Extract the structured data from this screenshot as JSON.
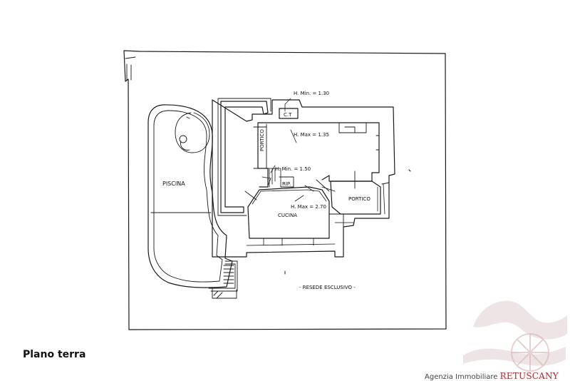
{
  "plan": {
    "title": "Plano terra",
    "labels": {
      "piscina": "PISCINA",
      "portico_vertical": "PORTICO",
      "portico_right": "PORTICO",
      "cucina": "CUCINA",
      "rip": "RIP.",
      "ct": "C.T",
      "h_min_130": "H. Min. = 1.30",
      "h_max_135": "H. Max = 1.35",
      "h_min_150": "H. Min. = 1.50",
      "h_max_270": "H. Max = 2.70",
      "resede": "- RESEDE ESCLUSIVO -"
    }
  },
  "watermark": {
    "agency": "Agenzia Immobiliare",
    "brand": "RETUSCANY",
    "brand_color": "#b0272a"
  }
}
